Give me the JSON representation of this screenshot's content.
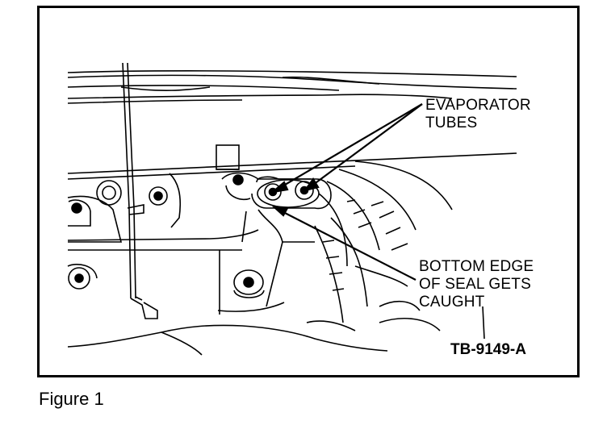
{
  "callouts": {
    "evaporator_tubes": [
      "EVAPORATOR",
      "TUBES"
    ],
    "bottom_edge_seal": [
      "BOTTOM EDGE",
      "OF SEAL GETS",
      "CAUGHT"
    ]
  },
  "figure_code": "TB-9149-A",
  "caption": "Figure 1"
}
